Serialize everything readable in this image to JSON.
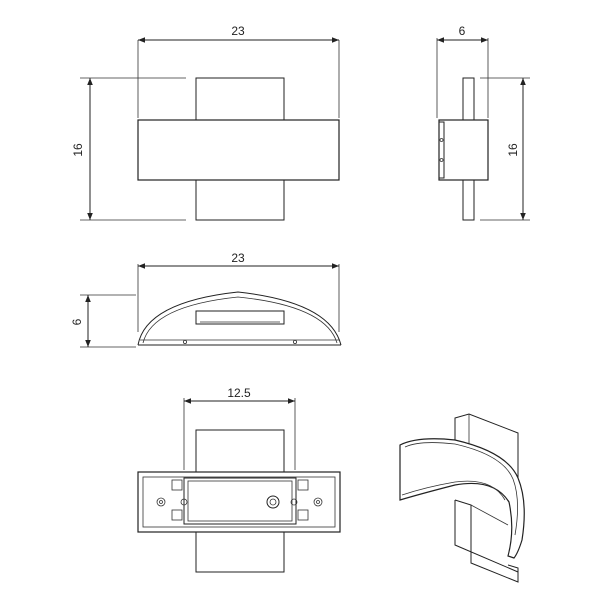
{
  "dimensions": {
    "front_width": "23",
    "front_height": "16",
    "side_width": "6",
    "side_height": "16",
    "top_width": "23",
    "top_depth": "6",
    "back_mount_width": "12.5"
  },
  "colors": {
    "line": "#222222",
    "background": "#ffffff"
  }
}
